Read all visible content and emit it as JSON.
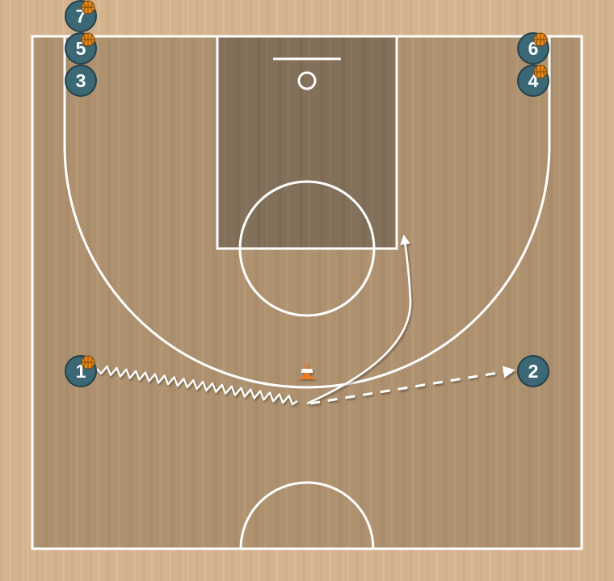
{
  "colors": {
    "wood_outer": "#d4b48e",
    "wood_inner": "#ae9270",
    "paint": "#83705a",
    "lines": "#ffffff",
    "player_fill": "#3c6876",
    "player_stroke": "#24414b",
    "ball": "#e58a1a",
    "cone": "#f07a22"
  },
  "players": [
    {
      "label": "7",
      "has_ball": true
    },
    {
      "label": "5",
      "has_ball": true
    },
    {
      "label": "3",
      "has_ball": false
    },
    {
      "label": "6",
      "has_ball": true
    },
    {
      "label": "4",
      "has_ball": true
    },
    {
      "label": "1",
      "has_ball": true
    },
    {
      "label": "2",
      "has_ball": false
    }
  ],
  "actions": [
    {
      "type": "dribble",
      "from_player": "1",
      "to": "cone"
    },
    {
      "type": "cut",
      "from_player": "1",
      "to": "lane"
    },
    {
      "type": "pass",
      "from_player": "1",
      "to_player": "2"
    }
  ],
  "icons": {
    "cone": "cone-icon",
    "ball": "basketball-icon"
  }
}
